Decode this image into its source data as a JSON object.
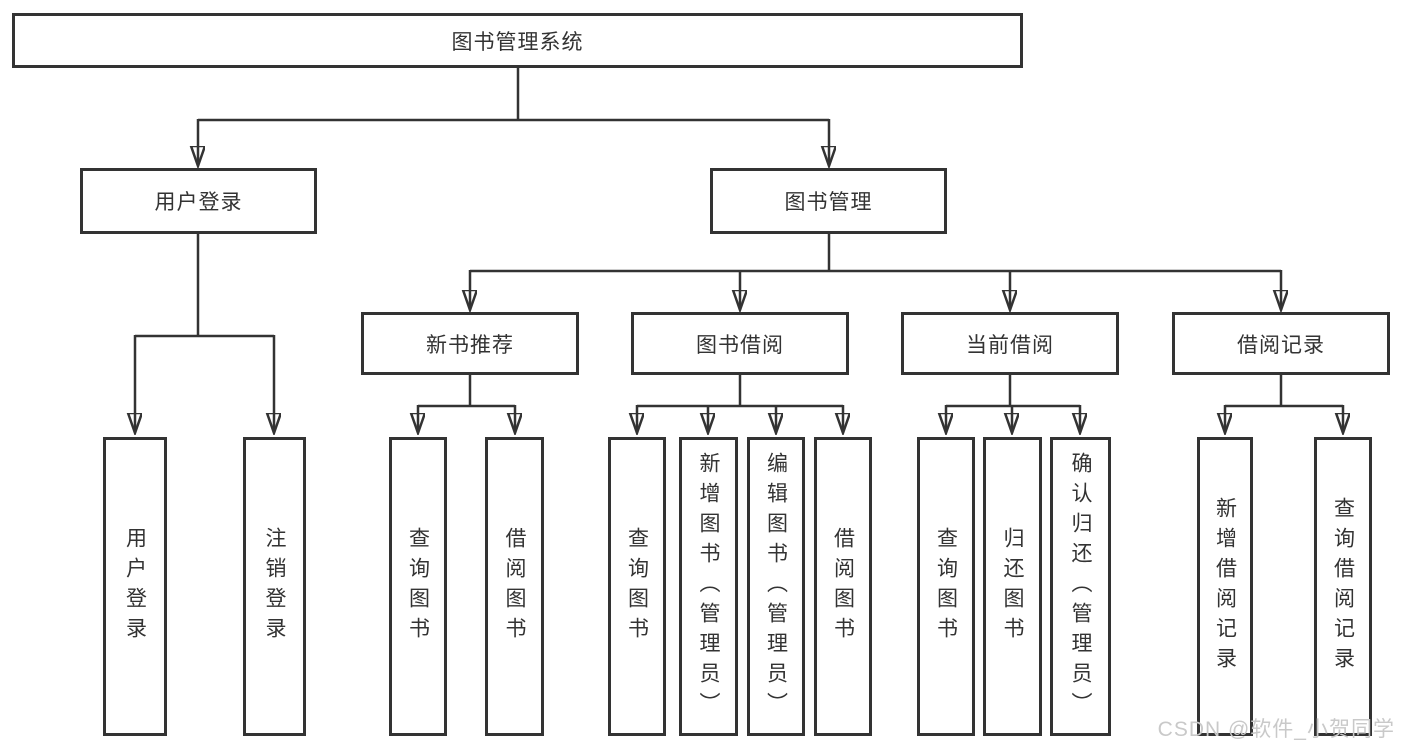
{
  "tree": {
    "label": "图书管理系统",
    "children": [
      {
        "label": "用户登录",
        "children": [
          {
            "label": "用户登录"
          },
          {
            "label": "注销登录"
          }
        ]
      },
      {
        "label": "图书管理",
        "children": [
          {
            "label": "新书推荐",
            "children": [
              {
                "label": "查询图书"
              },
              {
                "label": "借阅图书"
              }
            ]
          },
          {
            "label": "图书借阅",
            "children": [
              {
                "label": "查询图书"
              },
              {
                "label": "新增图书（管理员）"
              },
              {
                "label": "编辑图书（管理员）"
              },
              {
                "label": "借阅图书"
              }
            ]
          },
          {
            "label": "当前借阅",
            "children": [
              {
                "label": "查询图书"
              },
              {
                "label": "归还图书"
              },
              {
                "label": "确认归还（管理员）"
              }
            ]
          },
          {
            "label": "借阅记录",
            "children": [
              {
                "label": "新增借阅记录"
              },
              {
                "label": "查询借阅记录"
              }
            ]
          }
        ]
      }
    ]
  },
  "watermark": {
    "text": "CSDN @软件_小贺同学"
  },
  "colors": {
    "line": "#333333",
    "text": "#333333",
    "box_background": "#ffffff",
    "page_background": "#ffffff",
    "watermark": "#c9c9c9"
  }
}
